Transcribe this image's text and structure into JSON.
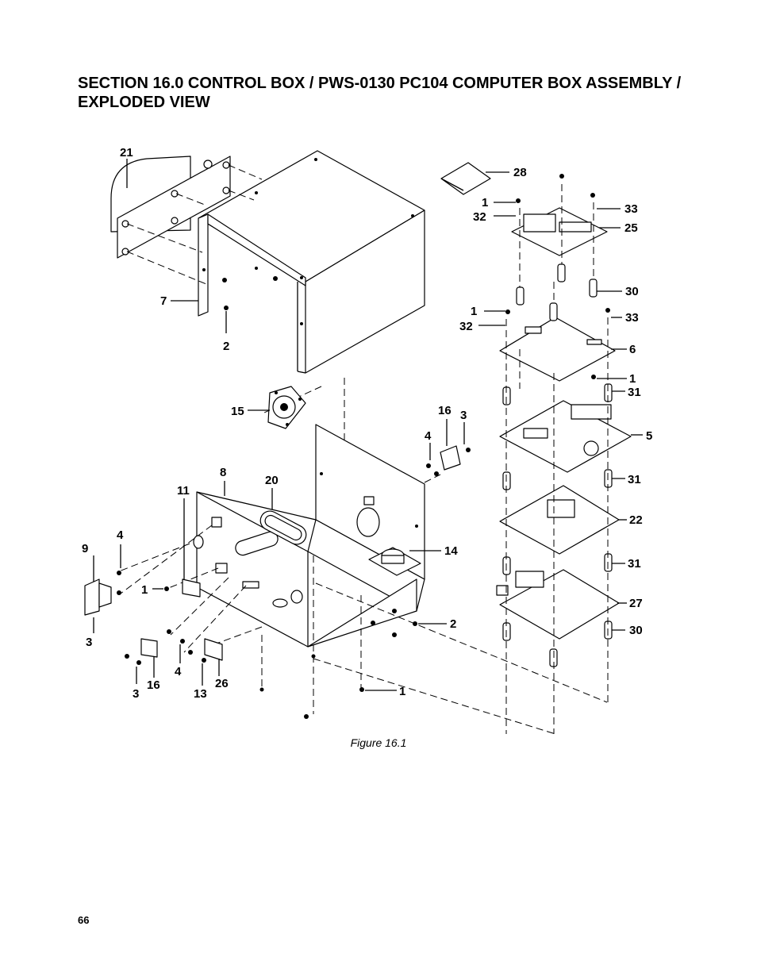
{
  "section_title": "SECTION 16.0 CONTROL BOX / PWS-0130 PC104 COMPUTER BOX ASSEMBLY / EXPLODED VIEW",
  "figure_caption": "Figure 16.1",
  "page_number": "66",
  "callouts": {
    "c21": "21",
    "c7": "7",
    "c2a": "2",
    "c15": "15",
    "c8": "8",
    "c11": "11",
    "c20": "20",
    "c9": "9",
    "c4a": "4",
    "c1a": "1",
    "c3a": "3",
    "c16a": "16",
    "c3b": "3",
    "c4b": "4",
    "c13": "13",
    "c26": "26",
    "c1b": "1",
    "c2b": "2",
    "c14": "14",
    "c4c": "4",
    "c16b": "16",
    "c3c": "3",
    "c28": "28",
    "c1c": "1",
    "c32a": "32",
    "c33a": "33",
    "c25": "25",
    "c30a": "30",
    "c1d": "1",
    "c32b": "32",
    "c33b": "33",
    "c6": "6",
    "c1e": "1",
    "c31a": "31",
    "c5": "5",
    "c31b": "31",
    "c22": "22",
    "c31c": "31",
    "c27": "27",
    "c30b": "30"
  }
}
